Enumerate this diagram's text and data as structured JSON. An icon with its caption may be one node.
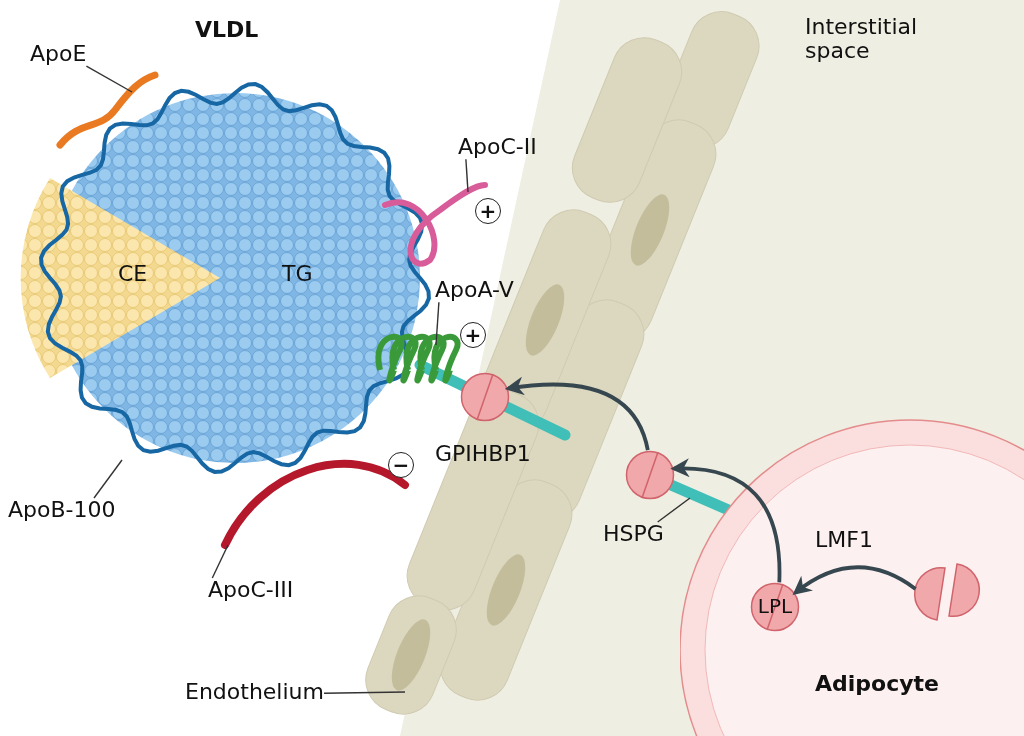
{
  "diagram": {
    "nodes": [
      {
        "text": [
          "VLDL"
        ]
      },
      {
        "text": [
          "ApoE"
        ]
      },
      {
        "text": [
          "ApoC-II"
        ]
      },
      {
        "text": [
          "ApoA-V"
        ]
      },
      {
        "text": [
          "ApoB-100"
        ]
      },
      {
        "text": [
          "ApoC-III"
        ]
      },
      {
        "text": [],
        "shape": "circle",
        "beside": [
          "GPIHBP1"
        ]
      },
      {
        "text": [],
        "shape": "circle"
      },
      {
        "text": [
          "HSPG"
        ]
      },
      {
        "text": [
          "Adipocyte"
        ]
      },
      {
        "text": [
          "LPL"
        ],
        "in": 9
      },
      {
        "text": [],
        "shape": "circle",
        "in": 9
      },
      {
        "text": [
          "Endothelium"
        ]
      }
    ],
    "edges": [
      {
        "from": 1,
        "to": null,
        "arrow": "none"
      },
      {
        "from": 2,
        "to": null,
        "arrow": "none"
      },
      {
        "from": 3,
        "to": null,
        "arrow": "none"
      },
      {
        "from": 4,
        "to": null,
        "arrow": "none"
      },
      {
        "from": 5,
        "to": null,
        "arrow": "none"
      },
      {
        "from": 8,
        "to": null,
        "arrow": "none"
      },
      {
        "from": 12,
        "to": null,
        "arrow": "none"
      },
      {
        "from": 11,
        "to": 10,
        "arrow": "to",
        "label": "LMF1",
        "style": "thick"
      },
      {
        "from": 10,
        "to": 7,
        "arrow": "to",
        "style": "thick"
      },
      {
        "from": 7,
        "to": 6,
        "arrow": "to",
        "style": "thick"
      }
    ],
    "labels": [
      "Interstitial space",
      "CE",
      "TG",
      "+",
      "+",
      "−"
    ]
  }
}
